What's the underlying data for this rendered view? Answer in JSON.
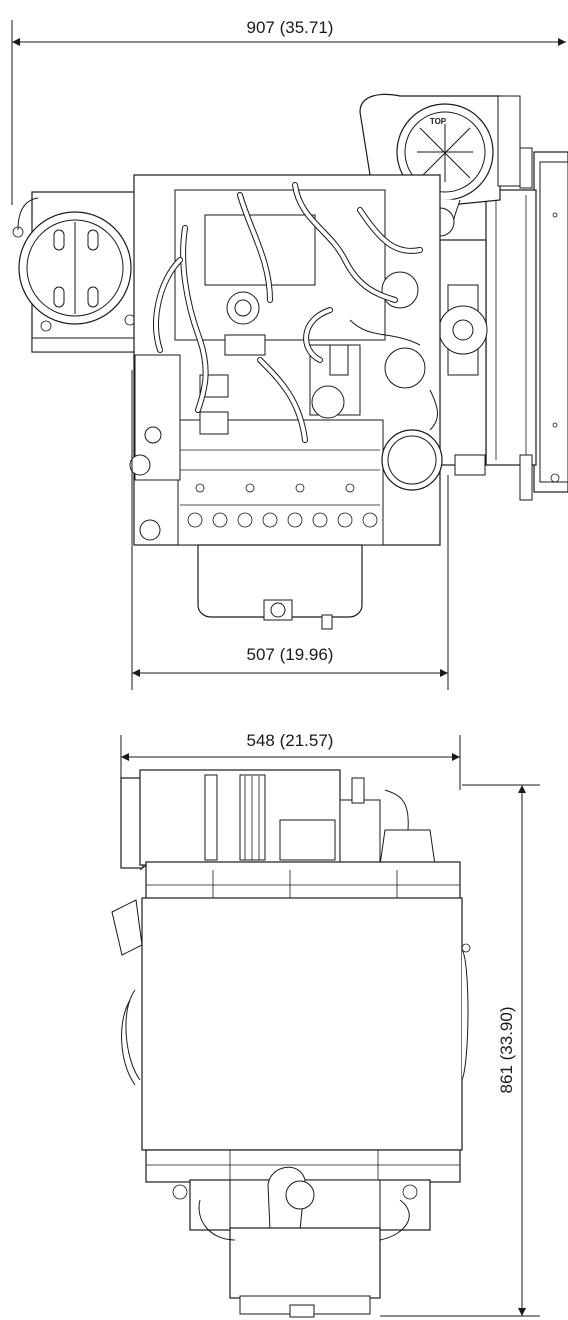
{
  "dimensions": {
    "front_overall_width": "907 (35.71)",
    "front_base_width": "507 (19.96)",
    "top_width": "548 (21.57)",
    "top_length": "861 (33.90)"
  },
  "labels": {
    "air_cleaner_cap": "TOP"
  }
}
